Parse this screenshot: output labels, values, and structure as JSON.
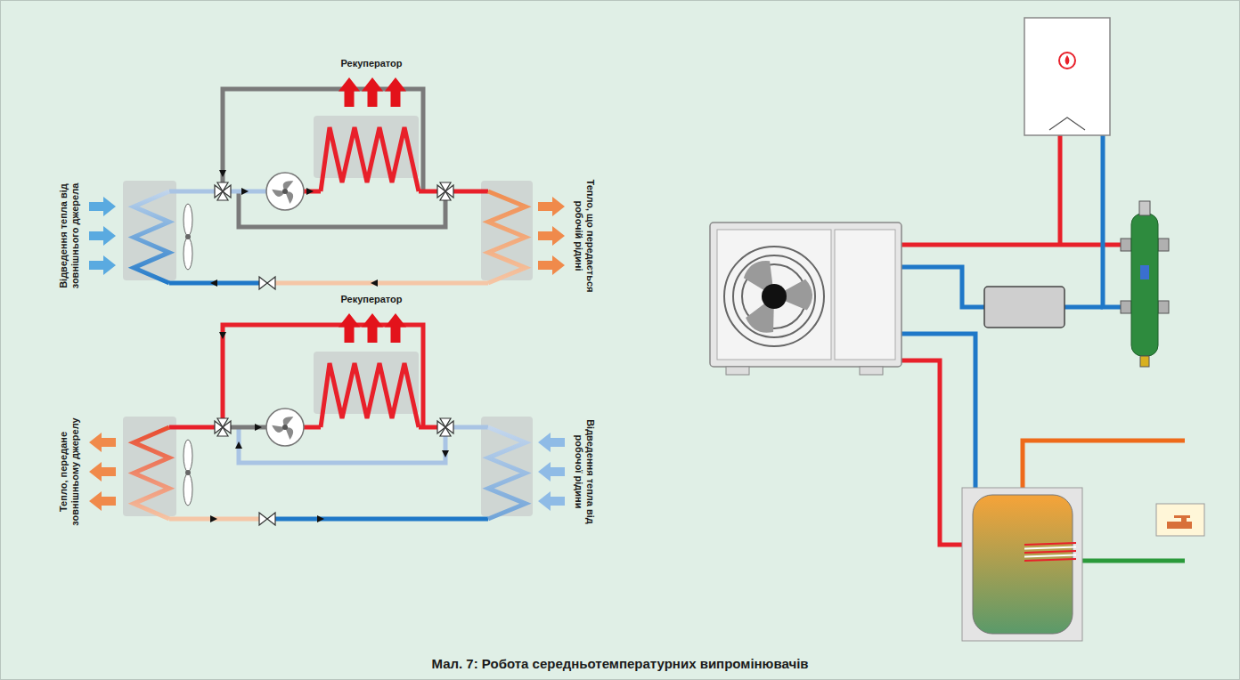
{
  "diagram": {
    "caption": "Мал. 7: Робота середньотемпературних випромінювачів",
    "labels": [
      "Рекуператор",
      "Відведення тепла від зовнішнього джерела",
      "Тепло, що передається робочій рідині",
      "Рекуператор",
      "Тепло, передане зовнішньому джерелу",
      "Відведення тепла від робочої рідини"
    ]
  }
}
